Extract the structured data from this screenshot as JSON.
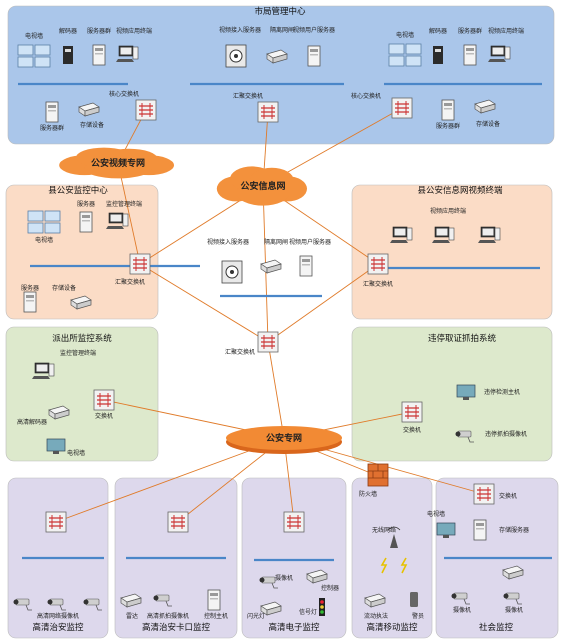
{
  "regions": [
    {
      "id": "city-center",
      "title": "市局管理中心",
      "fill": "#aac6ea"
    },
    {
      "id": "county-monitor",
      "title": "县公安监控中心",
      "fill": "#fbdcc6"
    },
    {
      "id": "county-info",
      "title": "县公安信息网视频终端",
      "fill": "#fbdcc6"
    },
    {
      "id": "police-station",
      "title": "派出所监控系统",
      "fill": "#dde9cc"
    },
    {
      "id": "violation",
      "title": "违停取证抓拍系统",
      "fill": "#dde9cc"
    },
    {
      "id": "public-security",
      "title": "高清治安监控",
      "fill": "#ddd8ec"
    },
    {
      "id": "checkpoint",
      "title": "高清治安卡口监控",
      "fill": "#ddd8ec"
    },
    {
      "id": "e-police",
      "title": "高清电子监控",
      "fill": "#ddd8ec"
    },
    {
      "id": "mobile",
      "title": "高清移动监控",
      "fill": "#ddd8ec"
    },
    {
      "id": "community",
      "title": "社会监控",
      "fill": "#ddd8ec"
    }
  ],
  "clouds": [
    {
      "id": "video-net",
      "label": "公安视频专网"
    },
    {
      "id": "info-net",
      "label": "公安信息网"
    },
    {
      "id": "police-net",
      "label": "公安专网"
    }
  ],
  "nodes": [
    {
      "id": "c-tv-l",
      "type": "tvwall",
      "label": "电视墙"
    },
    {
      "id": "c-dec-l",
      "type": "dec",
      "label": "解码器"
    },
    {
      "id": "c-srvg-l",
      "type": "srv",
      "label": "服务器群"
    },
    {
      "id": "c-term-l",
      "type": "pc",
      "label": "视频应用终端"
    },
    {
      "id": "c-srvg2-l",
      "type": "srv",
      "label": "服务器群"
    },
    {
      "id": "c-stor-l",
      "type": "box",
      "label": "存储设备"
    },
    {
      "id": "c-core-l",
      "type": "sw",
      "label": "核心交换机"
    },
    {
      "id": "c-vsrv",
      "type": "video-srv",
      "label": "视频接入服务器"
    },
    {
      "id": "c-gap",
      "type": "box",
      "label": "隔离网闸"
    },
    {
      "id": "c-usrv",
      "type": "srv",
      "label": "视频用户服务器"
    },
    {
      "id": "c-agg",
      "type": "sw",
      "label": "汇聚交换机"
    },
    {
      "id": "c-tv-r",
      "type": "tvwall",
      "label": "电视墙"
    },
    {
      "id": "c-dec-r",
      "type": "dec",
      "label": "解码器"
    },
    {
      "id": "c-srvg-r",
      "type": "srv",
      "label": "服务器群"
    },
    {
      "id": "c-term-r",
      "type": "pc",
      "label": "视频应用终端"
    },
    {
      "id": "c-core-r",
      "type": "sw",
      "label": "核心交换机"
    },
    {
      "id": "c-srvg2-r",
      "type": "srv",
      "label": "服务器群"
    },
    {
      "id": "c-stor-r",
      "type": "box",
      "label": "存储设备"
    },
    {
      "id": "k-tv",
      "type": "tvwall",
      "label": "电视墙"
    },
    {
      "id": "k-srv",
      "type": "srv",
      "label": "服务器"
    },
    {
      "id": "k-term",
      "type": "pc",
      "label": "监控管理终端"
    },
    {
      "id": "k-stor",
      "type": "box",
      "label": "存储设备"
    },
    {
      "id": "k-srv2",
      "type": "srv",
      "label": "服务器"
    },
    {
      "id": "k-agg",
      "type": "sw",
      "label": "汇聚交换机"
    },
    {
      "id": "i-term-label",
      "type": "none",
      "label": "视频应用终端"
    },
    {
      "id": "i-pc1",
      "type": "pc",
      "label": ""
    },
    {
      "id": "i-pc2",
      "type": "pc",
      "label": ""
    },
    {
      "id": "i-pc3",
      "type": "pc",
      "label": ""
    },
    {
      "id": "i-agg",
      "type": "sw",
      "label": "汇聚交换机"
    },
    {
      "id": "m-vsrv",
      "type": "video-srv",
      "label": "视频接入服务器"
    },
    {
      "id": "m-gap",
      "type": "box",
      "label": "隔离网闸"
    },
    {
      "id": "m-usrv",
      "type": "srv",
      "label": "视频用户服务器"
    },
    {
      "id": "m-agg",
      "type": "sw",
      "label": "汇聚交换机"
    },
    {
      "id": "p-term",
      "type": "pc",
      "label": "监控管理终端"
    },
    {
      "id": "p-dec",
      "type": "box",
      "label": "高清解码器"
    },
    {
      "id": "p-sw",
      "type": "sw",
      "label": "交换机"
    },
    {
      "id": "p-tv",
      "type": "mon",
      "label": "电视墙"
    },
    {
      "id": "v-host",
      "type": "mon",
      "label": "违停检测主机"
    },
    {
      "id": "v-sw",
      "type": "sw",
      "label": "交换机"
    },
    {
      "id": "v-cam",
      "type": "cam",
      "label": "违停抓拍摄像机"
    },
    {
      "id": "s1-sw",
      "type": "sw",
      "label": ""
    },
    {
      "id": "s1-cam1",
      "type": "cam",
      "label": ""
    },
    {
      "id": "s1-cam2",
      "type": "cam",
      "label": "高清网络摄像机"
    },
    {
      "id": "s1-cam3",
      "type": "cam",
      "label": ""
    },
    {
      "id": "s2-sw",
      "type": "sw",
      "label": ""
    },
    {
      "id": "s2-radar",
      "type": "box",
      "label": "雷达"
    },
    {
      "id": "s2-cam",
      "type": "cam",
      "label": "高清抓拍摄像机"
    },
    {
      "id": "s2-ctrl",
      "type": "srv",
      "label": "控制主机"
    },
    {
      "id": "s3-sw",
      "type": "sw",
      "label": ""
    },
    {
      "id": "s3-cam",
      "type": "cam",
      "label": "摄像机"
    },
    {
      "id": "s3-ctrl",
      "type": "box",
      "label": "控制器"
    },
    {
      "id": "s3-flash",
      "type": "box",
      "label": "闪光灯"
    },
    {
      "id": "s3-light",
      "type": "none",
      "label": "信号灯"
    },
    {
      "id": "s4-fw",
      "type": "none",
      "label": "防火墙"
    },
    {
      "id": "s4-wifi",
      "type": "none",
      "label": "无线网络"
    },
    {
      "id": "s4-car",
      "type": "box",
      "label": "流动执法"
    },
    {
      "id": "s4-phone",
      "type": "none",
      "label": "警员"
    },
    {
      "id": "s5-sw",
      "type": "sw",
      "label": "交换机"
    },
    {
      "id": "s5-tv",
      "type": "mon",
      "label": "电视墙"
    },
    {
      "id": "s5-stor",
      "type": "srv",
      "label": "存储服务器"
    },
    {
      "id": "s5-cam1",
      "type": "cam",
      "label": "摄像机"
    },
    {
      "id": "s5-dvr",
      "type": "box",
      "label": ""
    },
    {
      "id": "s5-cam2",
      "type": "cam",
      "label": "摄像机"
    }
  ],
  "links": [
    [
      "c-core-l",
      "video-net"
    ],
    [
      "c-agg",
      "info-net"
    ],
    [
      "c-core-r",
      "info-net"
    ],
    [
      "video-net",
      "k-agg"
    ],
    [
      "info-net",
      "k-agg"
    ],
    [
      "info-net",
      "i-agg"
    ],
    [
      "info-net",
      "m-agg"
    ],
    [
      "k-agg",
      "m-agg"
    ],
    [
      "i-agg",
      "m-agg"
    ],
    [
      "m-agg",
      "police-net"
    ],
    [
      "p-sw",
      "police-net"
    ],
    [
      "v-sw",
      "police-net"
    ],
    [
      "police-net",
      "s1-sw"
    ],
    [
      "police-net",
      "s2-sw"
    ],
    [
      "police-net",
      "s3-sw"
    ],
    [
      "police-net",
      "s4-fw"
    ],
    [
      "police-net",
      "s5-sw"
    ]
  ]
}
